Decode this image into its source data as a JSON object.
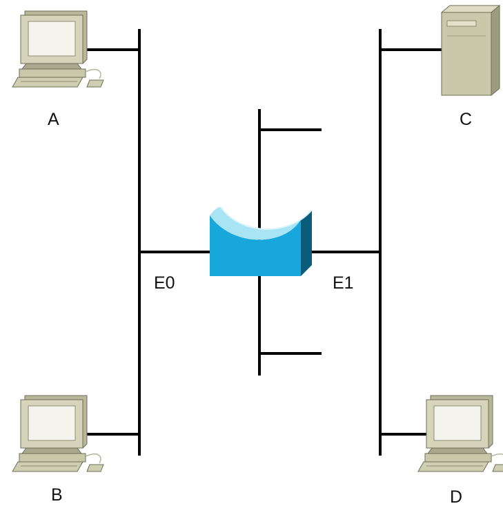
{
  "nodes": [
    {
      "id": "A",
      "label": "A",
      "device": "workstation-icon"
    },
    {
      "id": "B",
      "label": "B",
      "device": "workstation-icon"
    },
    {
      "id": "C",
      "label": "C",
      "device": "server-icon"
    },
    {
      "id": "D",
      "label": "D",
      "device": "workstation-icon"
    }
  ],
  "interfaces": [
    {
      "id": "E0",
      "label": "E0"
    },
    {
      "id": "E1",
      "label": "E1"
    }
  ],
  "center_device": "switch-icon",
  "colors": {
    "device_body": "#c9c8ab",
    "device_shade": "#9d9c80",
    "screen": "#f4f4ec",
    "switch_top": "#a8e4f4",
    "switch_body": "#17a7db",
    "switch_side": "#0a5d7a",
    "wire": "#000000"
  }
}
